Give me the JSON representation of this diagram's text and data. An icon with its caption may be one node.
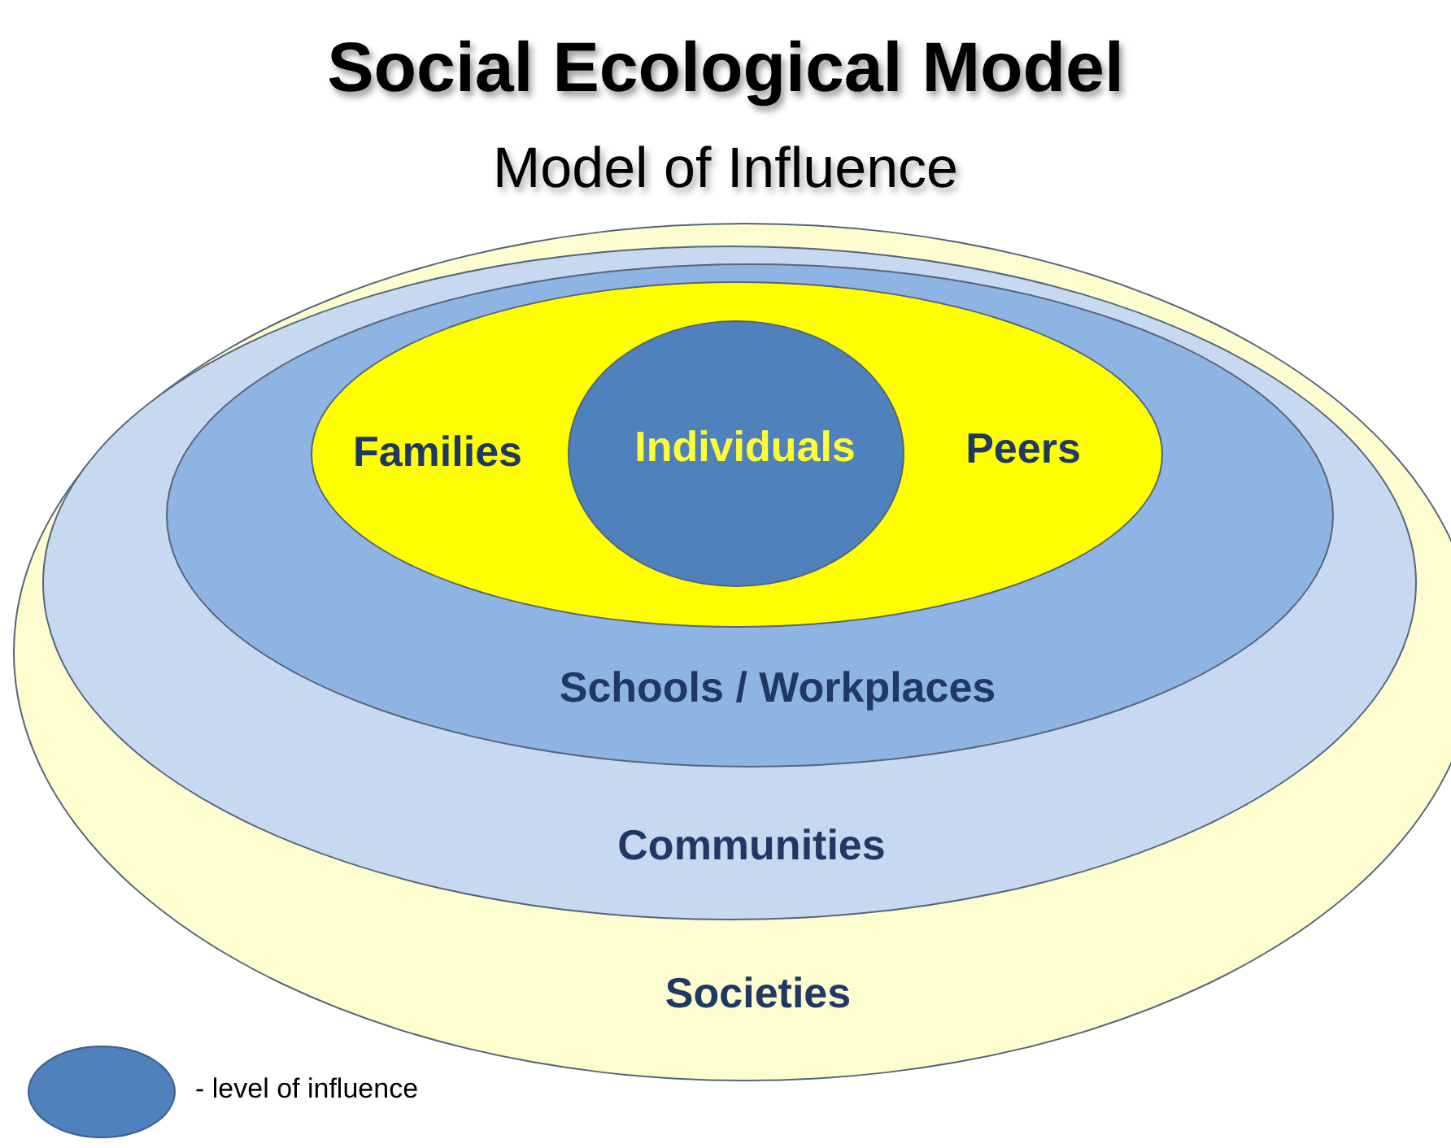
{
  "diagram": {
    "title": "Social Ecological Model",
    "caption": "Model of Influence",
    "nodes": [
      {
        "text": [
          "Societies"
        ]
      },
      {
        "text": [
          "Communities"
        ],
        "in": 0
      },
      {
        "text": [
          "Schools / Workplaces"
        ],
        "in": 1
      },
      {
        "text": [
          "Families",
          "Peers"
        ],
        "in": 2
      },
      {
        "text": [
          "Individuals"
        ],
        "in": 3
      }
    ],
    "edges": [],
    "legend": [
      {
        "text": "- level of influence",
        "color": "#4f81bd"
      }
    ]
  }
}
